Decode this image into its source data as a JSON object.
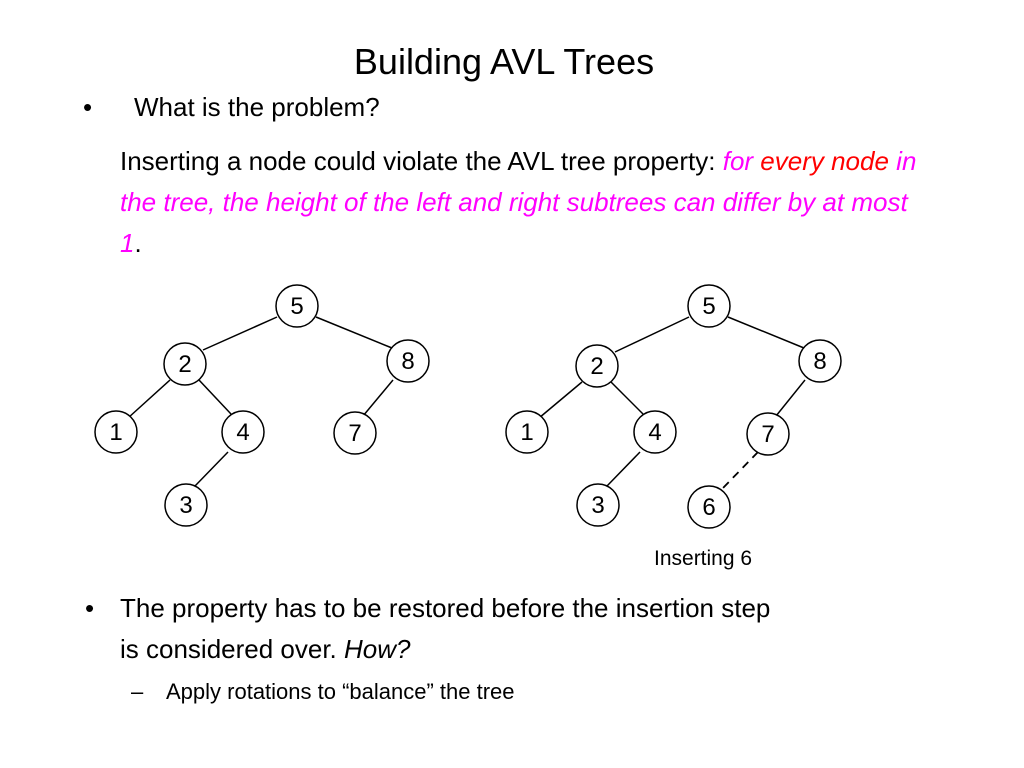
{
  "slide": {
    "title": "Building AVL Trees",
    "bullet1": {
      "marker": "•",
      "text": "What is the problem?"
    },
    "paragraph": {
      "lead": "Inserting a node could violate the AVL tree property: ",
      "em_for": "for",
      "em_every_node": "every node",
      "em_rest": " in the tree, the height of the left and right subtrees can differ by at most 1",
      "end": "."
    },
    "trees": {
      "left": {
        "nodes": [
          "5",
          "2",
          "8",
          "1",
          "4",
          "7",
          "3"
        ]
      },
      "right": {
        "nodes": [
          "5",
          "2",
          "8",
          "1",
          "4",
          "7",
          "3",
          "6"
        ]
      },
      "caption": "Inserting 6"
    },
    "bullet2": {
      "marker": "•",
      "line1": "The property has to be restored before the insertion step",
      "line2_lead": "is considered over. ",
      "line2_em": "How?"
    },
    "sub_bullet": {
      "marker": "–",
      "text": "Apply rotations to “balance” the tree"
    }
  }
}
